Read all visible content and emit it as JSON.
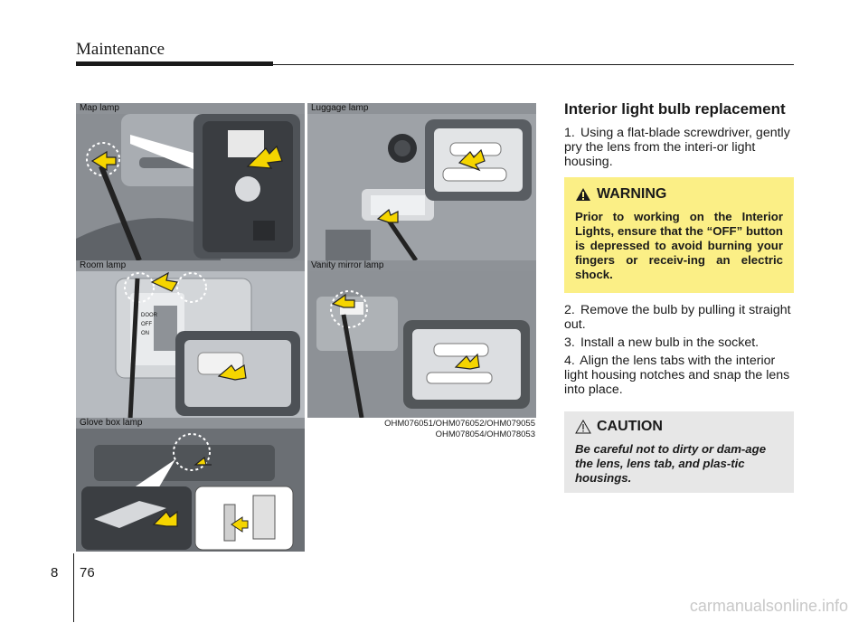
{
  "header": {
    "title": "Maintenance"
  },
  "photos": {
    "map_lamp": "Map lamp",
    "luggage_lamp": "Luggage lamp",
    "room_lamp": "Room lamp",
    "vanity_mirror_lamp": "Vanity mirror lamp",
    "glove_box_lamp": "Glove box lamp",
    "room_switch": [
      "DOOR",
      "OFF",
      "ON"
    ]
  },
  "image_codes": [
    "OHM076051/OHM076052/OHM079055",
    "OHM078054/OHM078053"
  ],
  "section": {
    "title": "Interior light bulb replacement",
    "steps": [
      {
        "num": "1.",
        "text": "Using a flat-blade screwdriver, gently pry the lens from the interi-or light housing."
      },
      {
        "num": "2.",
        "text": "Remove the bulb by pulling it straight out."
      },
      {
        "num": "3.",
        "text": "Install a new bulb in the socket."
      },
      {
        "num": "4.",
        "text": "Align the lens tabs with the interior light housing notches and snap the lens into place."
      }
    ]
  },
  "warning": {
    "title": "WARNING",
    "text": "Prior to working on the Interior Lights, ensure that the “OFF” button is depressed to avoid burning your fingers or receiv-ing an electric shock.",
    "color": "#fbef86",
    "icon": "warning-triangle-icon"
  },
  "caution": {
    "title": "CAUTION",
    "text": "Be careful not to dirty or dam-age the lens, lens tab, and plas-tic housings.",
    "color": "#e7e7e7",
    "icon": "caution-triangle-icon"
  },
  "footer": {
    "chapter": "8",
    "page": "76",
    "watermark": "carmanualsonline.info"
  },
  "colors": {
    "arrow": "#f5d500",
    "arrow_outline": "#222222"
  }
}
